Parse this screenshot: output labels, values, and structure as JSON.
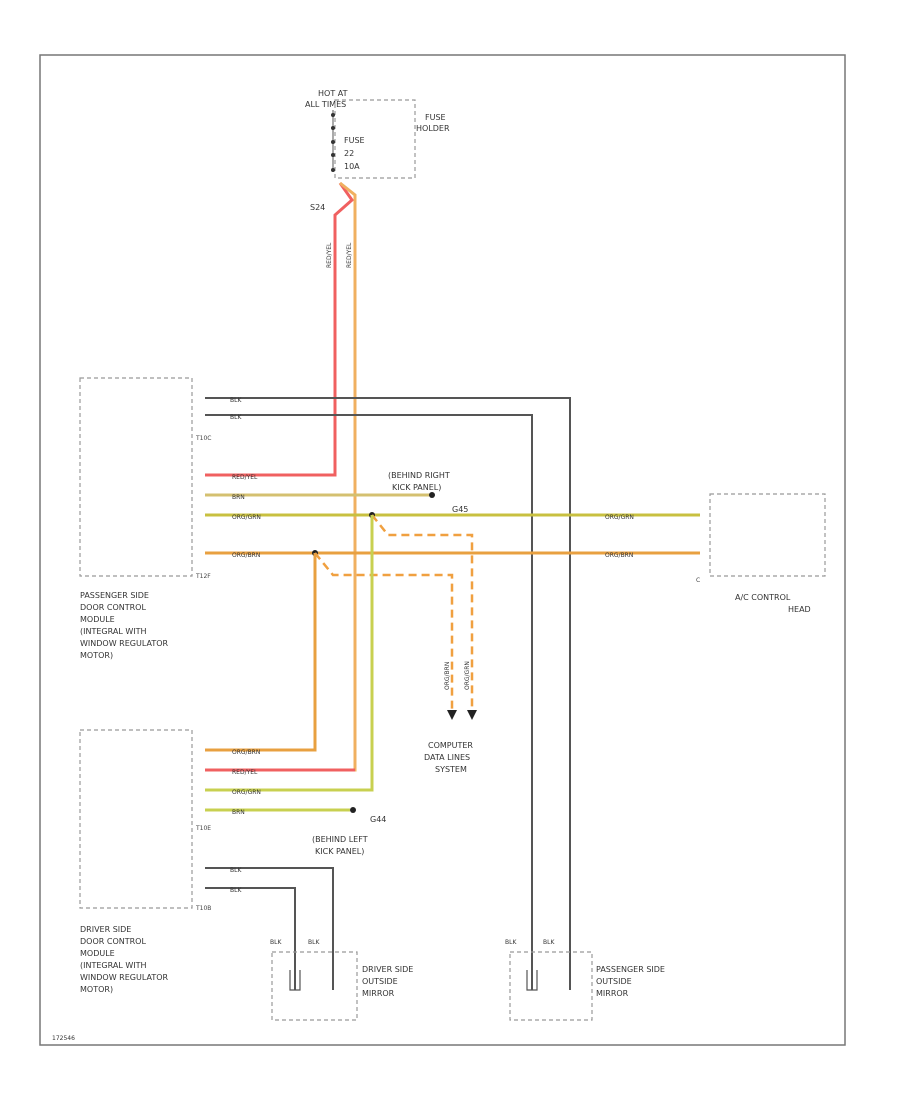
{
  "diagram": {
    "fuse": {
      "hot_label_1": "HOT AT",
      "hot_label_2": "ALL TIMES",
      "fuse_label_1": "FUSE",
      "fuse_label_2": "22",
      "fuse_label_3": "10A",
      "holder_label_1": "FUSE",
      "holder_label_2": "HOLDER",
      "splice": "S24"
    },
    "passenger_module": {
      "label_lines": [
        "PASSENGER SIDE",
        "DOOR CONTROL",
        "MODULE",
        "(INTEGRAL WITH",
        "WINDOW REGULATOR",
        "MOTOR)"
      ],
      "connector_1": "T10C",
      "connector_2": "T12F"
    },
    "driver_module": {
      "label_lines": [
        "DRIVER SIDE",
        "DOOR CONTROL",
        "MODULE",
        "(INTEGRAL WITH",
        "WINDOW REGULATOR",
        "MOTOR)"
      ],
      "connector_1": "T10E",
      "connector_2": "T10B"
    },
    "ac_head": {
      "label_1": "A/C CONTROL",
      "label_2": "HEAD",
      "connector": "C"
    },
    "grounds": {
      "right_1": "(BEHIND RIGHT",
      "right_2": "KICK PANEL)",
      "right_id": "G45",
      "left_1": "(BEHIND LEFT",
      "left_2": "KICK PANEL)",
      "left_id": "G44"
    },
    "cdl": {
      "line_1": "COMPUTER",
      "line_2": "DATA LINES",
      "line_3": "SYSTEM"
    },
    "driver_mirror": {
      "label_lines": [
        "DRIVER SIDE",
        "OUTSIDE",
        "MIRROR"
      ]
    },
    "passenger_mirror": {
      "label_lines": [
        "PASSENGER SIDE",
        "OUTSIDE",
        "MIRROR"
      ]
    },
    "wire_labels": {
      "red_yel": "RED/YEL",
      "blk": "BLK",
      "brn": "BRN",
      "org_grn": "ORG/GRN",
      "org_brn": "ORG/BRN"
    },
    "footer_code": "172546"
  }
}
